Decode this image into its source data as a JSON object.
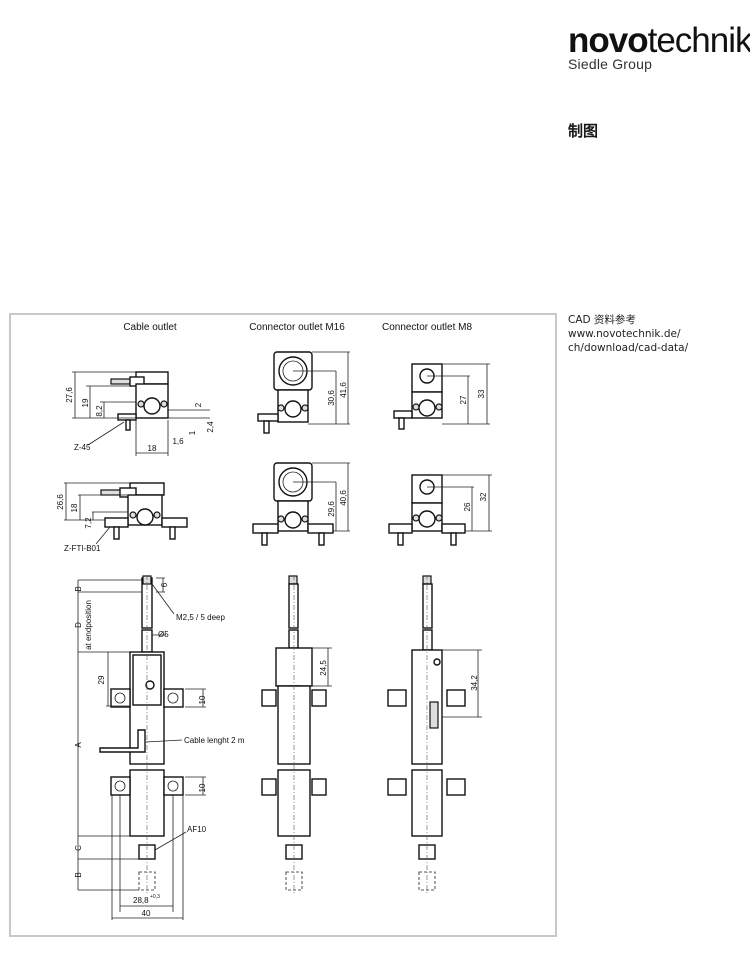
{
  "logo": {
    "brand_bold": "novo",
    "brand_light": "technik",
    "subtitle": "Siedle Group"
  },
  "heading": "制图",
  "cad_note": {
    "line1": "CAD 资料参考 www.novotechnik.de/",
    "line2": "ch/download/cad-data/"
  },
  "drawing": {
    "columns": [
      "Cable outlet",
      "Connector outlet M16",
      "Connector outlet M8"
    ],
    "cable_top": {
      "d1": "27,6",
      "d2": "19",
      "d3": "8,2",
      "d4": "2",
      "d5": "1",
      "d6": "2,4",
      "d7": "1,6",
      "d8": "18",
      "label": "Z-45"
    },
    "cable_mid": {
      "d1": "26,6",
      "d2": "18",
      "d3": "7,2",
      "label": "Z-FTI-B01"
    },
    "m16_top": {
      "d1": "41,6",
      "d2": "30,6"
    },
    "m16_mid": {
      "d1": "40,6",
      "d2": "29,6"
    },
    "m8_top": {
      "d1": "33",
      "d2": "27"
    },
    "m8_mid": {
      "d1": "32",
      "d2": "26"
    },
    "cable_side": {
      "B": "B",
      "six": "6",
      "thread": "M2,5 / 5 deep",
      "D": "D",
      "D_note": "at endposition",
      "dia": "Ø5",
      "d29": "29",
      "d10a": "10",
      "A": "A",
      "cable": "Cable lenght 2 m",
      "d10b": "10",
      "af": "AF10",
      "C": "C",
      "B2": "B",
      "w1": "28,8",
      "tol": "+0,3",
      "w2": "40"
    },
    "m16_side": {
      "d": "24,5"
    },
    "m8_side": {
      "d": "34,2"
    }
  }
}
